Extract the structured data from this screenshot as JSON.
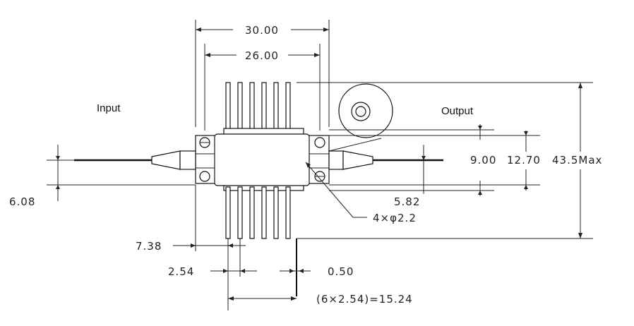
{
  "labels": {
    "input": "Input",
    "output": "Output"
  },
  "dimensions": {
    "width_outer": "30.00",
    "width_inner": "26.00",
    "pin_span_a": "9.00",
    "pin_span_b": "12.70",
    "height_max": "43.5Max",
    "offset_right": "5.82",
    "offset_left": "6.08",
    "holes": "4×φ2.2",
    "pin_offset": "7.38",
    "pin_pitch": "2.54",
    "pin_width": "0.50",
    "pin_total": "(6×2.54)=15.24"
  }
}
